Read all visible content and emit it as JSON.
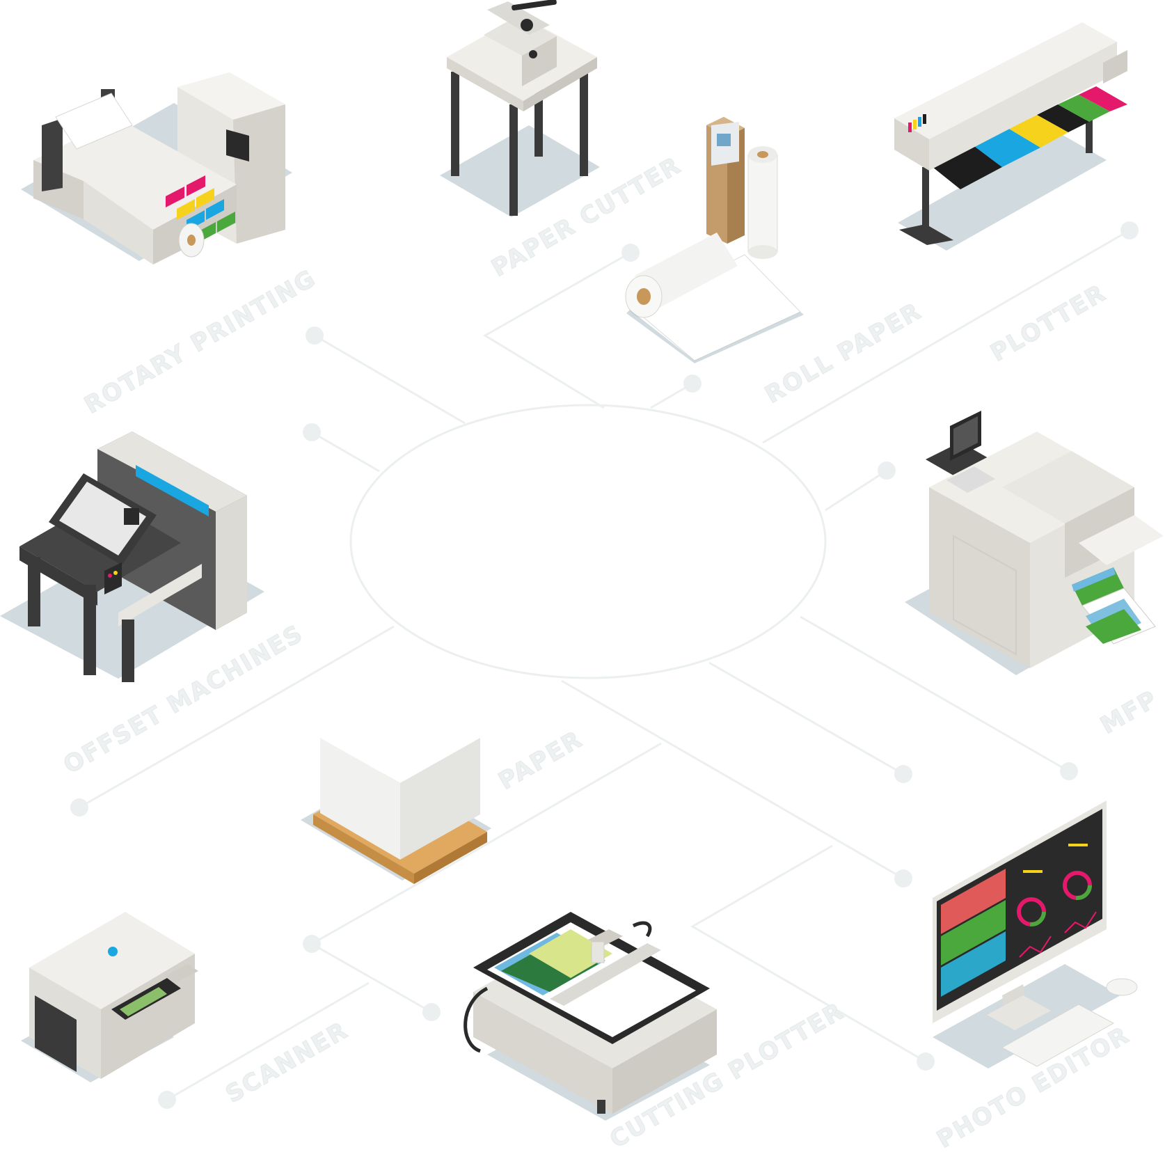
{
  "center": {
    "label": ""
  },
  "nodes": [
    {
      "id": "rotary",
      "label": "ROTARY PRINTING"
    },
    {
      "id": "cutter",
      "label": "PAPER CUTTER"
    },
    {
      "id": "rollpaper",
      "label": "ROLL PAPER"
    },
    {
      "id": "plotter",
      "label": "PLOTTER"
    },
    {
      "id": "offset",
      "label": "OFFSET MACHINES"
    },
    {
      "id": "mfp",
      "label": "MFP"
    },
    {
      "id": "paper",
      "label": "PAPER"
    },
    {
      "id": "scanner",
      "label": "SCANNER"
    },
    {
      "id": "cuttingplotter",
      "label": "CUTTING PLOTTER"
    },
    {
      "id": "photoeditor",
      "label": "PHOTO EDITOR"
    }
  ],
  "colors": {
    "line": "#eceff0",
    "machine_body": "#e6e5e0",
    "machine_shade": "#cfcdc6",
    "dark": "#4a4a4a",
    "shadow": "#a9bcc4",
    "cyan": "#1aa6e0",
    "magenta": "#e5196b",
    "yellow": "#f6d21c",
    "green": "#4aa83c",
    "black": "#1d1d1d"
  }
}
